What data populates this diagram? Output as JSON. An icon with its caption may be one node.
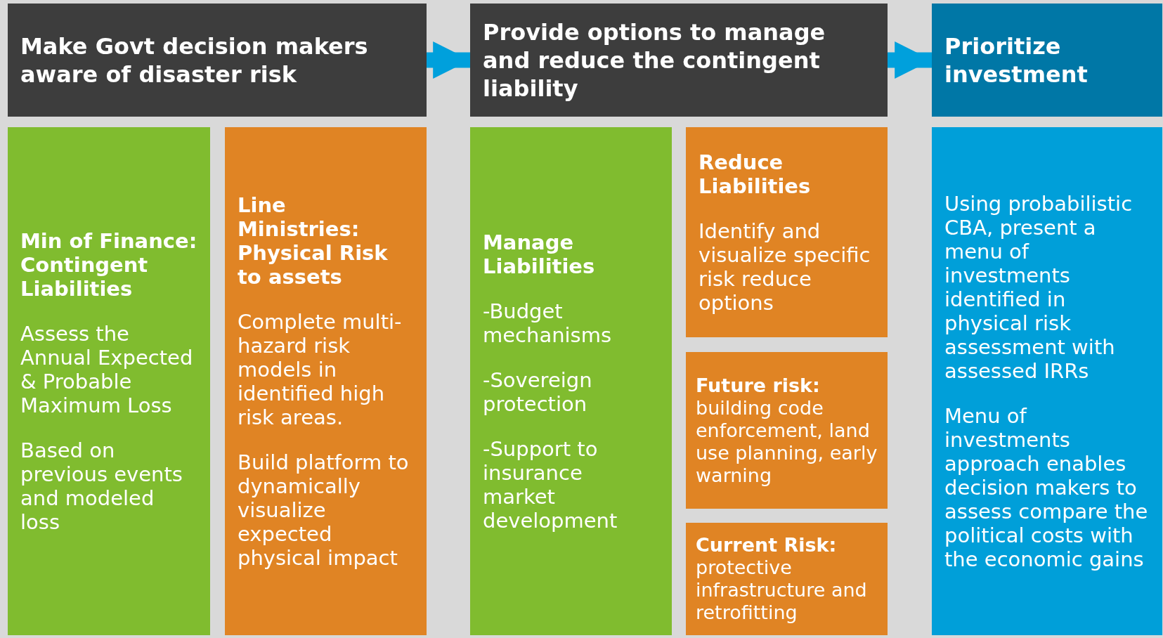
{
  "diagram": {
    "nodes": [
      {
        "text": [
          "Make Govt decision makers aware of disaster risk"
        ]
      },
      {
        "text": [
          "Provide options to manage and reduce the contingent liability"
        ]
      },
      {
        "text": [
          "Prioritize investment"
        ]
      },
      {
        "text": [
          "Min of Finance: Contingent Liabilities",
          "Assess the Annual Expected & Probable Maximum Loss",
          "Based on previous events and modeled loss"
        ]
      },
      {
        "text": [
          "Line Ministries: Physical Risk to assets",
          "Complete multi-hazard risk models in identified high risk areas.",
          "Build platform to dynamically visualize expected physical impact"
        ]
      },
      {
        "text": [
          "Manage Liabilities",
          "-Budget mechanisms",
          "-Sovereign protection",
          "-Support to insurance market development"
        ]
      },
      {
        "text": [
          "Reduce Liabilities",
          "Identify and visualize specific risk reduce options"
        ]
      },
      {
        "text": [
          "**Future risk:** building code enforcement, land use planning, early warning"
        ]
      },
      {
        "text": [
          "**Current Risk:** protective infrastructure and retrofitting"
        ]
      },
      {
        "text": [
          "Using probabilistic CBA, present a menu of investments identified in physical risk assessment with assessed IRRs",
          "Menu of investments approach enables decision makers to assess compare the political costs with the economic gains"
        ]
      }
    ],
    "edges": [
      {
        "from": 0,
        "to": 1,
        "arrow": "to"
      },
      {
        "from": 1,
        "to": 2,
        "arrow": "to"
      }
    ]
  }
}
